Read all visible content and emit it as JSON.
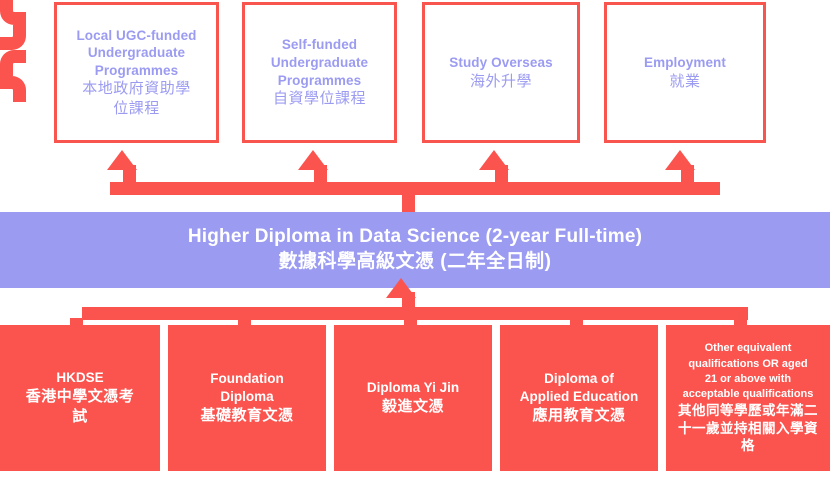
{
  "diagram": {
    "title": "Higher Diploma in Data Science progression pathway",
    "colors": {
      "red": "#fb544f",
      "purple": "#9b9bf2",
      "white": "#ffffff",
      "top_box_text": "#9b9bf2"
    }
  },
  "top_outcomes": [
    {
      "id": "local-ugc-funded-undergraduate-programmes",
      "en": "Local  UGC-funded\nUndergraduate\nProgrammes",
      "zh": "本地政府資助學\n位課程"
    },
    {
      "id": "self-funded-undergraduate-programmes",
      "en": "Self-funded\nUndergraduate\nProgrammes",
      "zh": "自資學位課程"
    },
    {
      "id": "study-overseas",
      "en": "Study Overseas",
      "zh": "海外升學"
    },
    {
      "id": "employment",
      "en": "Employment",
      "zh": "就業"
    }
  ],
  "programme": {
    "en": "Higher Diploma in Data Science (2-year Full-time)",
    "zh": "數據科學高級文憑 (二年全日制)"
  },
  "entry_requirements": [
    {
      "id": "hkdse",
      "en": "HKDSE",
      "zh": "香港中學文憑考\n試"
    },
    {
      "id": "foundation-diploma",
      "en": "Foundation\nDiploma",
      "zh": "基礎教育文憑"
    },
    {
      "id": "diploma-yi-jin",
      "en": "Diploma Yi Jin",
      "zh": "毅進文憑"
    },
    {
      "id": "diploma-of-applied-education",
      "en": "Diploma of\nApplied Education",
      "zh": "應用教育文憑"
    },
    {
      "id": "other-equivalent-qualifications",
      "en": "Other equivalent\nqualifications  OR aged\n21 or above  with\nacceptable  qualifications",
      "zh": "其他同等學歷或年滿二\n十一歲並持相關入學資\n格"
    }
  ],
  "connectors": {
    "up_arrow_label": "progression-arrow",
    "down_arrow_label": "entry-arrow"
  }
}
